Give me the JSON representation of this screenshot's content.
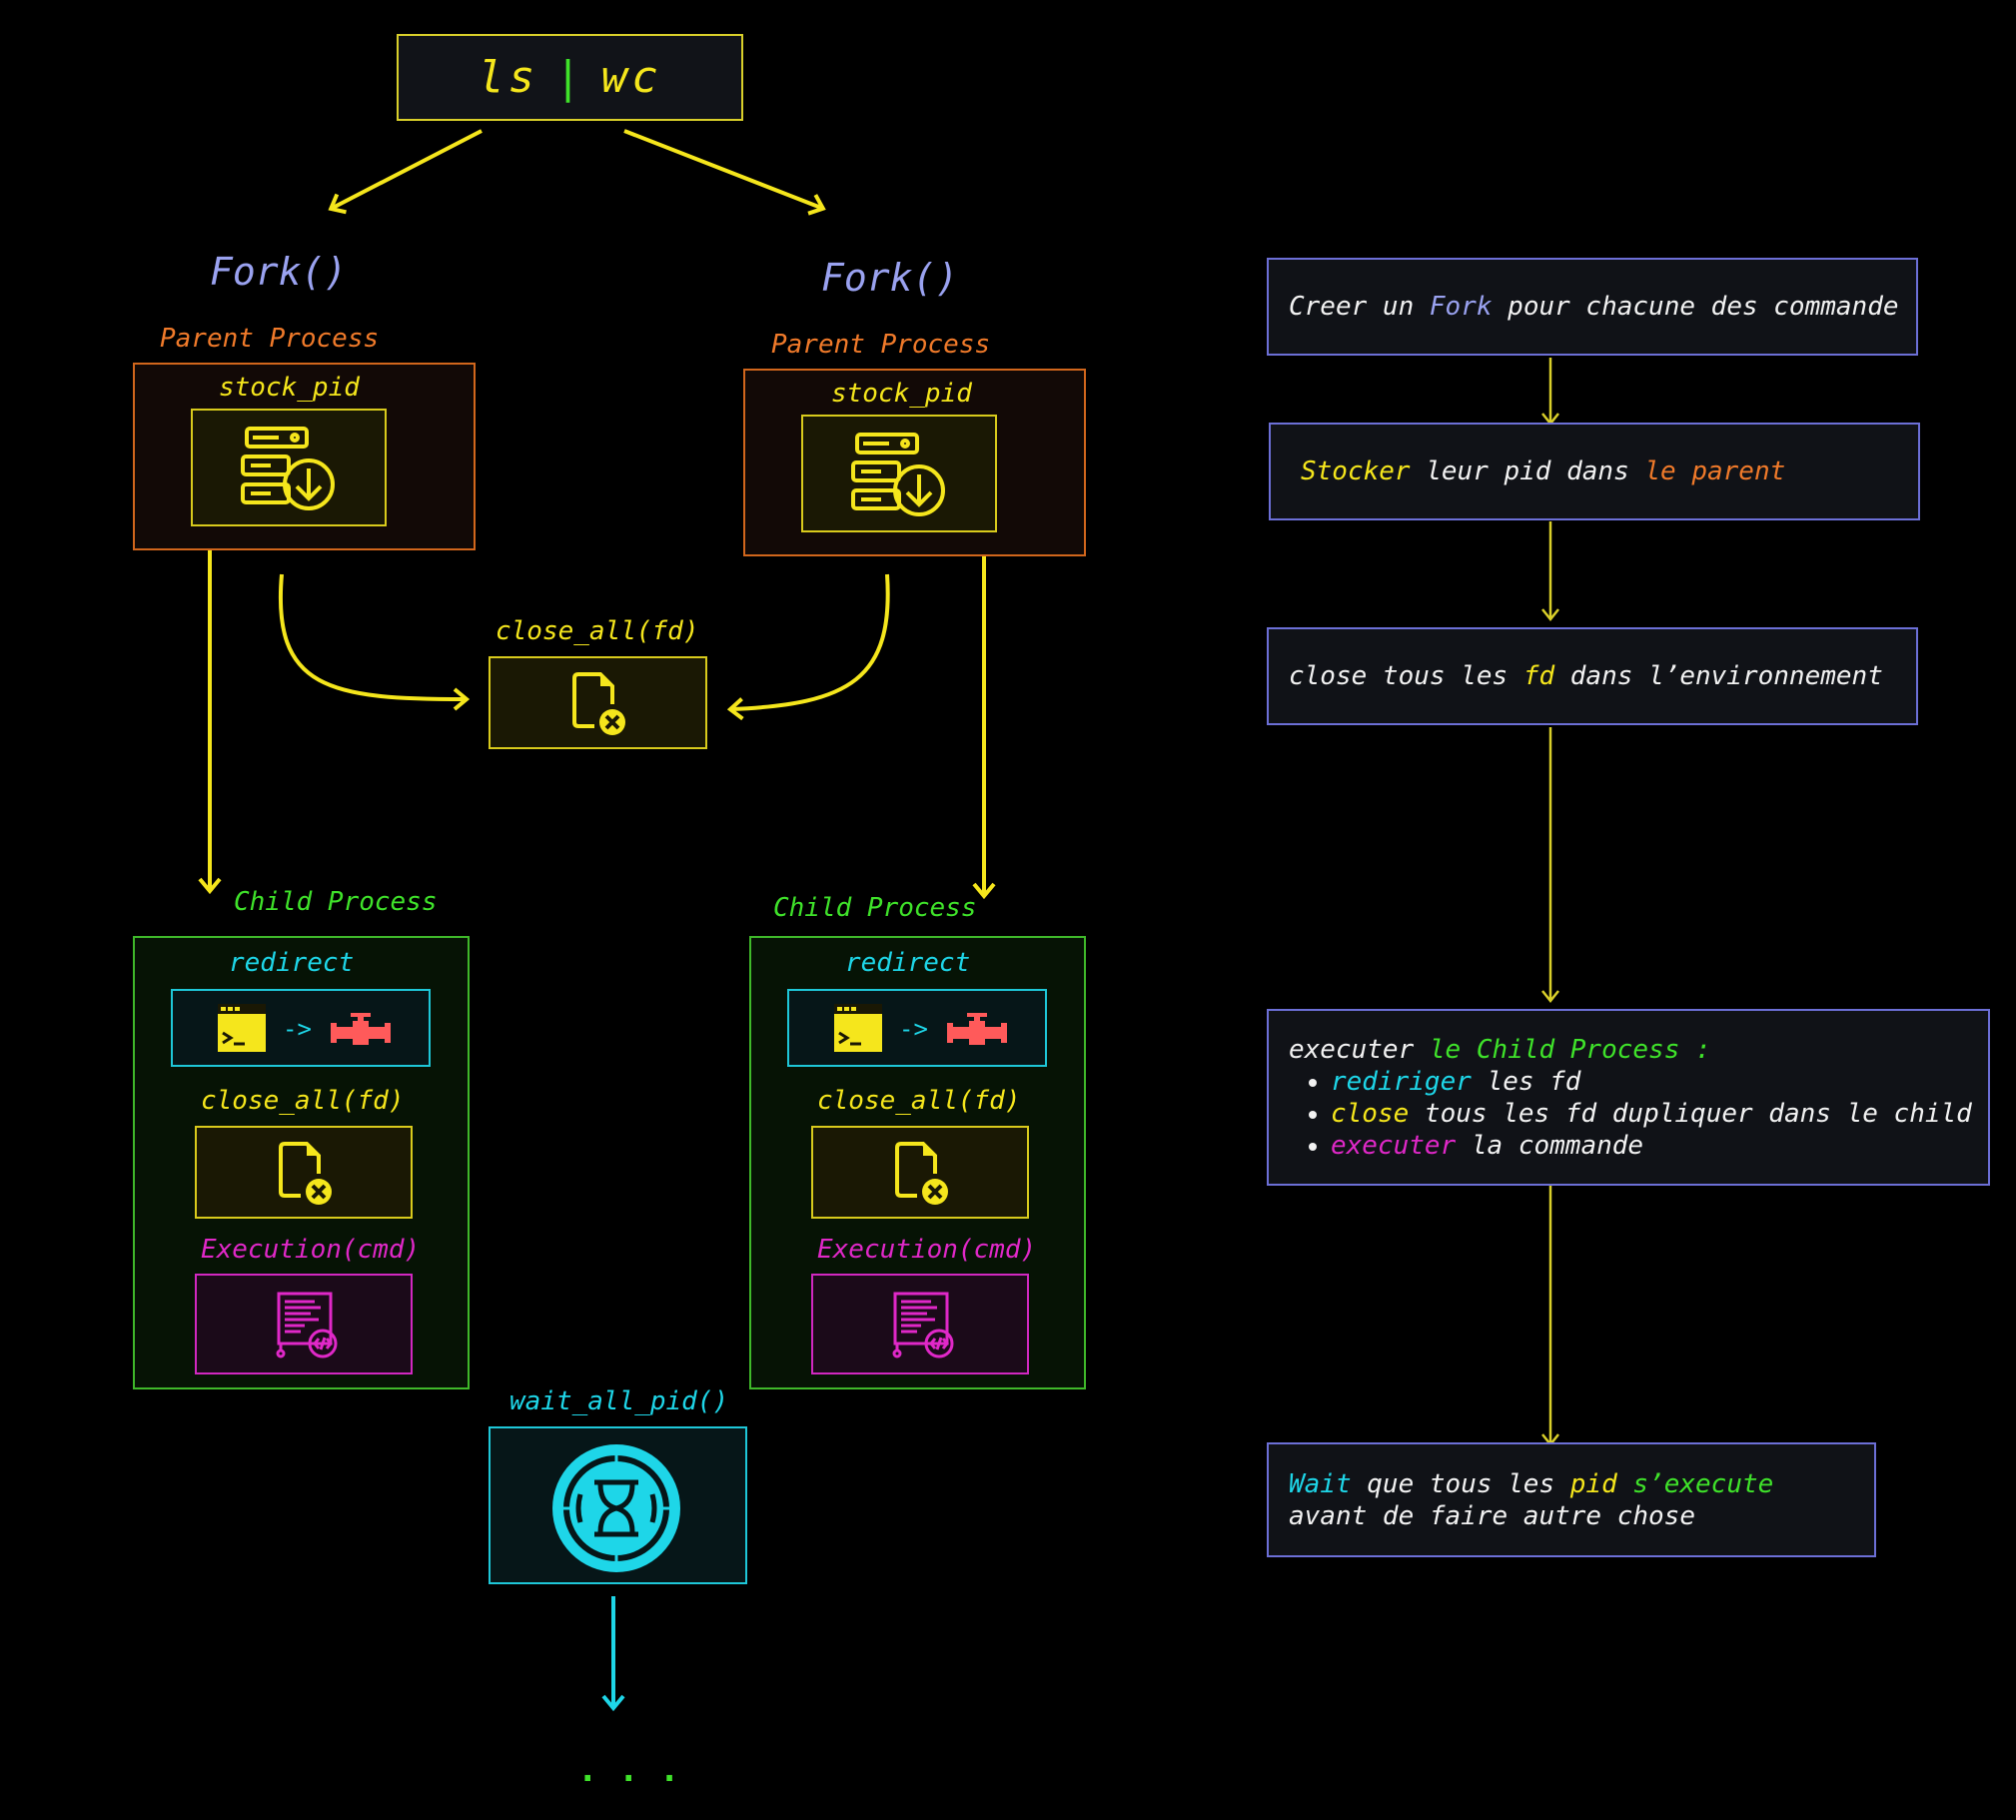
{
  "command": {
    "left": "ls",
    "pipe": "|",
    "right": "wc"
  },
  "left": {
    "fork": "Fork()",
    "parent_label": "Parent Process",
    "stock_label": "stock_pid",
    "child_label": "Child Process",
    "redirect_label": "redirect",
    "redirect_arrow": "->",
    "close_label": "close_all(fd)",
    "exec_label": "Execution(cmd)"
  },
  "right": {
    "fork": "Fork()",
    "parent_label": "Parent Process",
    "stock_label": "stock_pid",
    "child_label": "Child Process",
    "redirect_label": "redirect",
    "redirect_arrow": "->",
    "close_label": "close_all(fd)",
    "exec_label": "Execution(cmd)"
  },
  "center": {
    "close_label": "close_all(fd)",
    "wait_label": "wait_all_pid()",
    "ellipsis": ". . ."
  },
  "notes": {
    "fork": {
      "a": "Creer un ",
      "b": "Fork",
      "c": " pour chacune des commande"
    },
    "stock": {
      "a": "Stocker",
      "b": " leur pid dans ",
      "c": "le parent"
    },
    "close": {
      "a": "close tous les ",
      "b": "fd",
      "c": " dans l’environnement"
    },
    "exec": {
      "title_a": "executer ",
      "title_b": "le Child Process :",
      "items": [
        {
          "a": "rediriger",
          "b": " les fd"
        },
        {
          "a": "close",
          "b": " tous les fd dupliquer dans le child"
        },
        {
          "a": "executer",
          "b": " la commande"
        }
      ]
    },
    "wait": {
      "a": "Wait",
      "b": " que tous les ",
      "c": "pid",
      "d": " s’execute",
      "line2": "avant de faire autre chose"
    }
  },
  "colors": {
    "yellow": "#f5e61c",
    "orange": "#f07a2a",
    "green": "#3fe22a",
    "cyan": "#1ed6e8",
    "magenta": "#e028c8",
    "violet": "#9aa2f0",
    "border_note": "#6c6fd6"
  },
  "icons": [
    "server-download-icon",
    "file-close-icon",
    "terminal-icon",
    "pipe-icon",
    "code-file-icon",
    "hourglass-icon"
  ]
}
